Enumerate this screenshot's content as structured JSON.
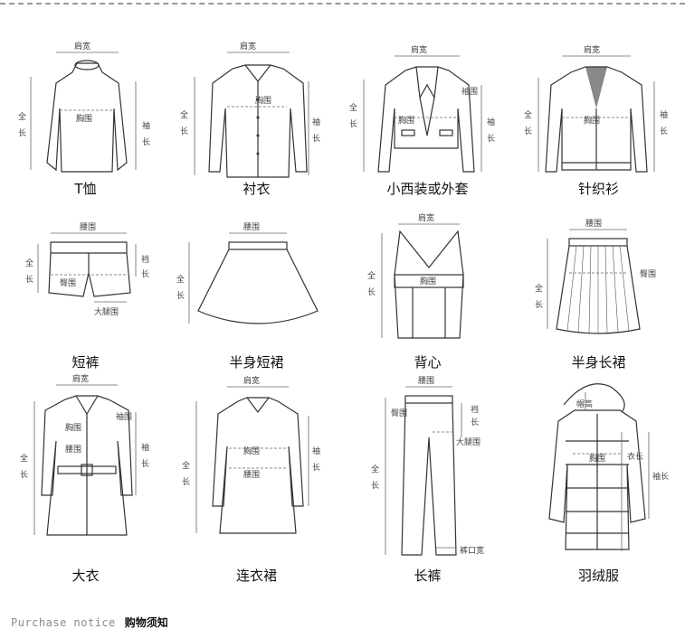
{
  "labels": {
    "shoulder": "肩宽",
    "length_a": "全",
    "length_b": "长",
    "chest": "胸围",
    "sleeve_a": "袖",
    "sleeve_b": "长",
    "sleeve_circ": "袖围",
    "waist": "腰围",
    "hip": "臀围",
    "thigh": "大腿围",
    "front_rise_a": "裆",
    "front_rise_b": "长",
    "hem": "裤口宽",
    "cap": "帽高",
    "coat_length": "衣长",
    "sleeve_length": "袖长"
  },
  "garments": [
    {
      "name": "T恤"
    },
    {
      "name": "衬衣"
    },
    {
      "name": "小西装或外套"
    },
    {
      "name": "针织衫"
    },
    {
      "name": "短裤"
    },
    {
      "name": "半身短裙"
    },
    {
      "name": "背心"
    },
    {
      "name": "半身长裙"
    },
    {
      "name": "大衣"
    },
    {
      "name": "连衣裙"
    },
    {
      "name": "长裤"
    },
    {
      "name": "羽绒服"
    }
  ],
  "notice": {
    "en": "Purchase notice",
    "zh": "购物须知"
  }
}
